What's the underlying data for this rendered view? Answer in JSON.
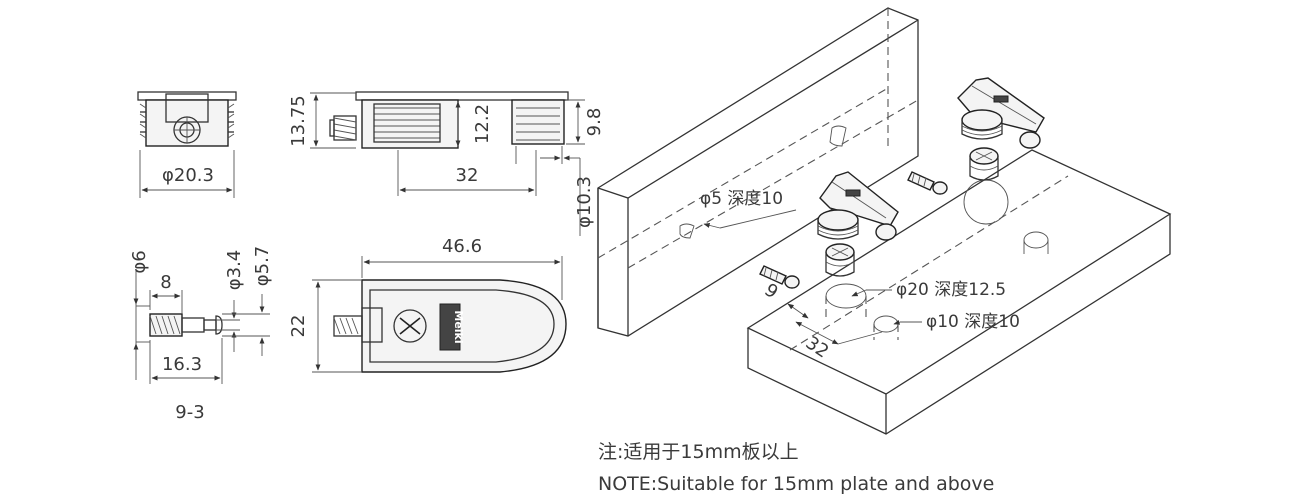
{
  "drawing": {
    "top_view": {
      "diameter_label": "φ20.3"
    },
    "side_view": {
      "height_label": "13.75",
      "inner_height_label": "12.2",
      "length_label": "32",
      "cam_height_label": "9.8",
      "cam_diameter_label": "φ10.3"
    },
    "screw_view": {
      "diameter_label": "φ6",
      "length_8_label": "8",
      "neck_diameter_label": "φ3.4",
      "head_diameter_label": "φ5.7",
      "total_length_label": "16.3"
    },
    "lever_view": {
      "length_label": "46.6",
      "width_label": "22",
      "brand_mark": "Meiki"
    },
    "part_code": "9-3",
    "assembly": {
      "hole_small_label": "φ5 深度10",
      "hole_large_label": "φ20 深度12.5",
      "hole_medium_label": "φ10 深度10",
      "edge_offset_label": "9",
      "spacing_label": "32"
    }
  },
  "notes": {
    "cn": "注:适用于15mm板以上",
    "en": "NOTE:Suitable for 15mm plate and above"
  }
}
